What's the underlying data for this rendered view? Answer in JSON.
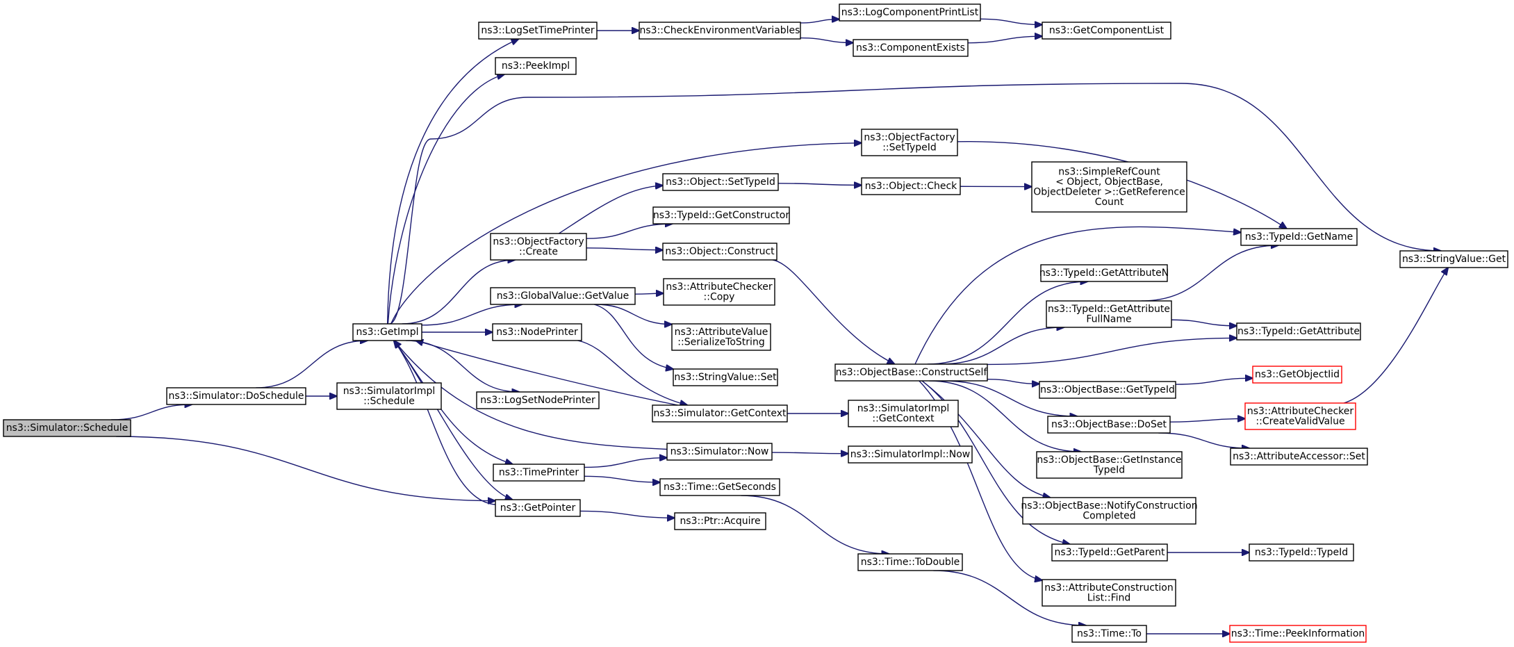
{
  "colors": {
    "edge": "#191970",
    "root_fill": "#bfbfbf",
    "node_border": "#000000",
    "truncated_border": "#ff0000"
  },
  "nodes": [
    {
      "id": "schedule",
      "lines": [
        "ns3::Simulator::Schedule"
      ],
      "root": true
    },
    {
      "id": "doschedule",
      "lines": [
        "ns3::Simulator::DoSchedule"
      ]
    },
    {
      "id": "simimpl_schedule",
      "lines": [
        "ns3::SimulatorImpl",
        "::Schedule"
      ]
    },
    {
      "id": "getimpl",
      "lines": [
        "ns3::GetImpl"
      ]
    },
    {
      "id": "getpointer",
      "lines": [
        "ns3::GetPointer"
      ]
    },
    {
      "id": "logsettimeprinter",
      "lines": [
        "ns3::LogSetTimePrinter"
      ]
    },
    {
      "id": "peekimpl",
      "lines": [
        "ns3::PeekImpl"
      ]
    },
    {
      "id": "of_create",
      "lines": [
        "ns3::ObjectFactory",
        "::Create"
      ]
    },
    {
      "id": "gv_getvalue",
      "lines": [
        "ns3::GlobalValue::GetValue"
      ]
    },
    {
      "id": "nodeprinter",
      "lines": [
        "ns3::NodePrinter"
      ]
    },
    {
      "id": "logsetnodeprinter",
      "lines": [
        "ns3::LogSetNodePrinter"
      ]
    },
    {
      "id": "timeprinter",
      "lines": [
        "ns3::TimePrinter"
      ]
    },
    {
      "id": "checkenv",
      "lines": [
        "ns3::CheckEnvironmentVariables"
      ]
    },
    {
      "id": "logcompprintlist",
      "lines": [
        "ns3::LogComponentPrintList"
      ]
    },
    {
      "id": "compexists",
      "lines": [
        "ns3::ComponentExists"
      ]
    },
    {
      "id": "getcomplist",
      "lines": [
        "ns3::GetComponentList"
      ]
    },
    {
      "id": "of_settypeid",
      "lines": [
        "ns3::ObjectFactory",
        "::SetTypeId"
      ]
    },
    {
      "id": "obj_settypeid",
      "lines": [
        "ns3::Object::SetTypeId"
      ]
    },
    {
      "id": "obj_check",
      "lines": [
        "ns3::Object::Check"
      ]
    },
    {
      "id": "simplerefcount",
      "lines": [
        "ns3::SimpleRefCount",
        "< Object, ObjectBase,",
        "ObjectDeleter >::GetReference",
        "Count"
      ]
    },
    {
      "id": "typeid_getconstructor",
      "lines": [
        "ns3::TypeId::GetConstructor"
      ]
    },
    {
      "id": "obj_construct",
      "lines": [
        "ns3::Object::Construct"
      ]
    },
    {
      "id": "ac_copy",
      "lines": [
        "ns3::AttributeChecker",
        "::Copy"
      ]
    },
    {
      "id": "av_serialize",
      "lines": [
        "ns3::AttributeValue",
        "::SerializeToString"
      ]
    },
    {
      "id": "sv_set",
      "lines": [
        "ns3::StringValue::Set"
      ]
    },
    {
      "id": "sim_getcontext",
      "lines": [
        "ns3::Simulator::GetContext"
      ]
    },
    {
      "id": "simimpl_getcontext",
      "lines": [
        "ns3::SimulatorImpl",
        "::GetContext"
      ]
    },
    {
      "id": "sim_now",
      "lines": [
        "ns3::Simulator::Now"
      ]
    },
    {
      "id": "simimpl_now",
      "lines": [
        "ns3::SimulatorImpl::Now"
      ]
    },
    {
      "id": "time_getseconds",
      "lines": [
        "ns3::Time::GetSeconds"
      ]
    },
    {
      "id": "ptr_acquire",
      "lines": [
        "ns3::Ptr::Acquire"
      ]
    },
    {
      "id": "time_todouble",
      "lines": [
        "ns3::Time::ToDouble"
      ]
    },
    {
      "id": "time_to",
      "lines": [
        "ns3::Time::To"
      ]
    },
    {
      "id": "time_peekinfo",
      "lines": [
        "ns3::Time::PeekInformation"
      ],
      "red": true
    },
    {
      "id": "ob_constructself",
      "lines": [
        "ns3::ObjectBase::ConstructSelf"
      ]
    },
    {
      "id": "typeid_getname",
      "lines": [
        "ns3::TypeId::GetName"
      ]
    },
    {
      "id": "typeid_getattributen",
      "lines": [
        "ns3::TypeId::GetAttributeN"
      ]
    },
    {
      "id": "typeid_getattrfullname",
      "lines": [
        "ns3::TypeId::GetAttribute",
        "FullName"
      ]
    },
    {
      "id": "typeid_getattribute",
      "lines": [
        "ns3::TypeId::GetAttribute"
      ]
    },
    {
      "id": "ob_gettypeid",
      "lines": [
        "ns3::ObjectBase::GetTypeId"
      ]
    },
    {
      "id": "getobjectiid",
      "lines": [
        "ns3::GetObjectIid"
      ],
      "red": true
    },
    {
      "id": "ob_doset",
      "lines": [
        "ns3::ObjectBase::DoSet"
      ]
    },
    {
      "id": "ac_createvalid",
      "lines": [
        "ns3::AttributeChecker",
        "::CreateValidValue"
      ],
      "red": true
    },
    {
      "id": "aa_set",
      "lines": [
        "ns3::AttributeAccessor::Set"
      ]
    },
    {
      "id": "ob_getinstancetypeid",
      "lines": [
        "ns3::ObjectBase::GetInstance",
        "TypeId"
      ]
    },
    {
      "id": "ob_notify",
      "lines": [
        "ns3::ObjectBase::NotifyConstruction",
        "Completed"
      ]
    },
    {
      "id": "typeid_getparent",
      "lines": [
        "ns3::TypeId::GetParent"
      ]
    },
    {
      "id": "typeid_typeid",
      "lines": [
        "ns3::TypeId::TypeId"
      ]
    },
    {
      "id": "acl_find",
      "lines": [
        "ns3::AttributeConstruction",
        "List::Find"
      ]
    },
    {
      "id": "sv_get",
      "lines": [
        "ns3::StringValue::Get"
      ]
    }
  ]
}
